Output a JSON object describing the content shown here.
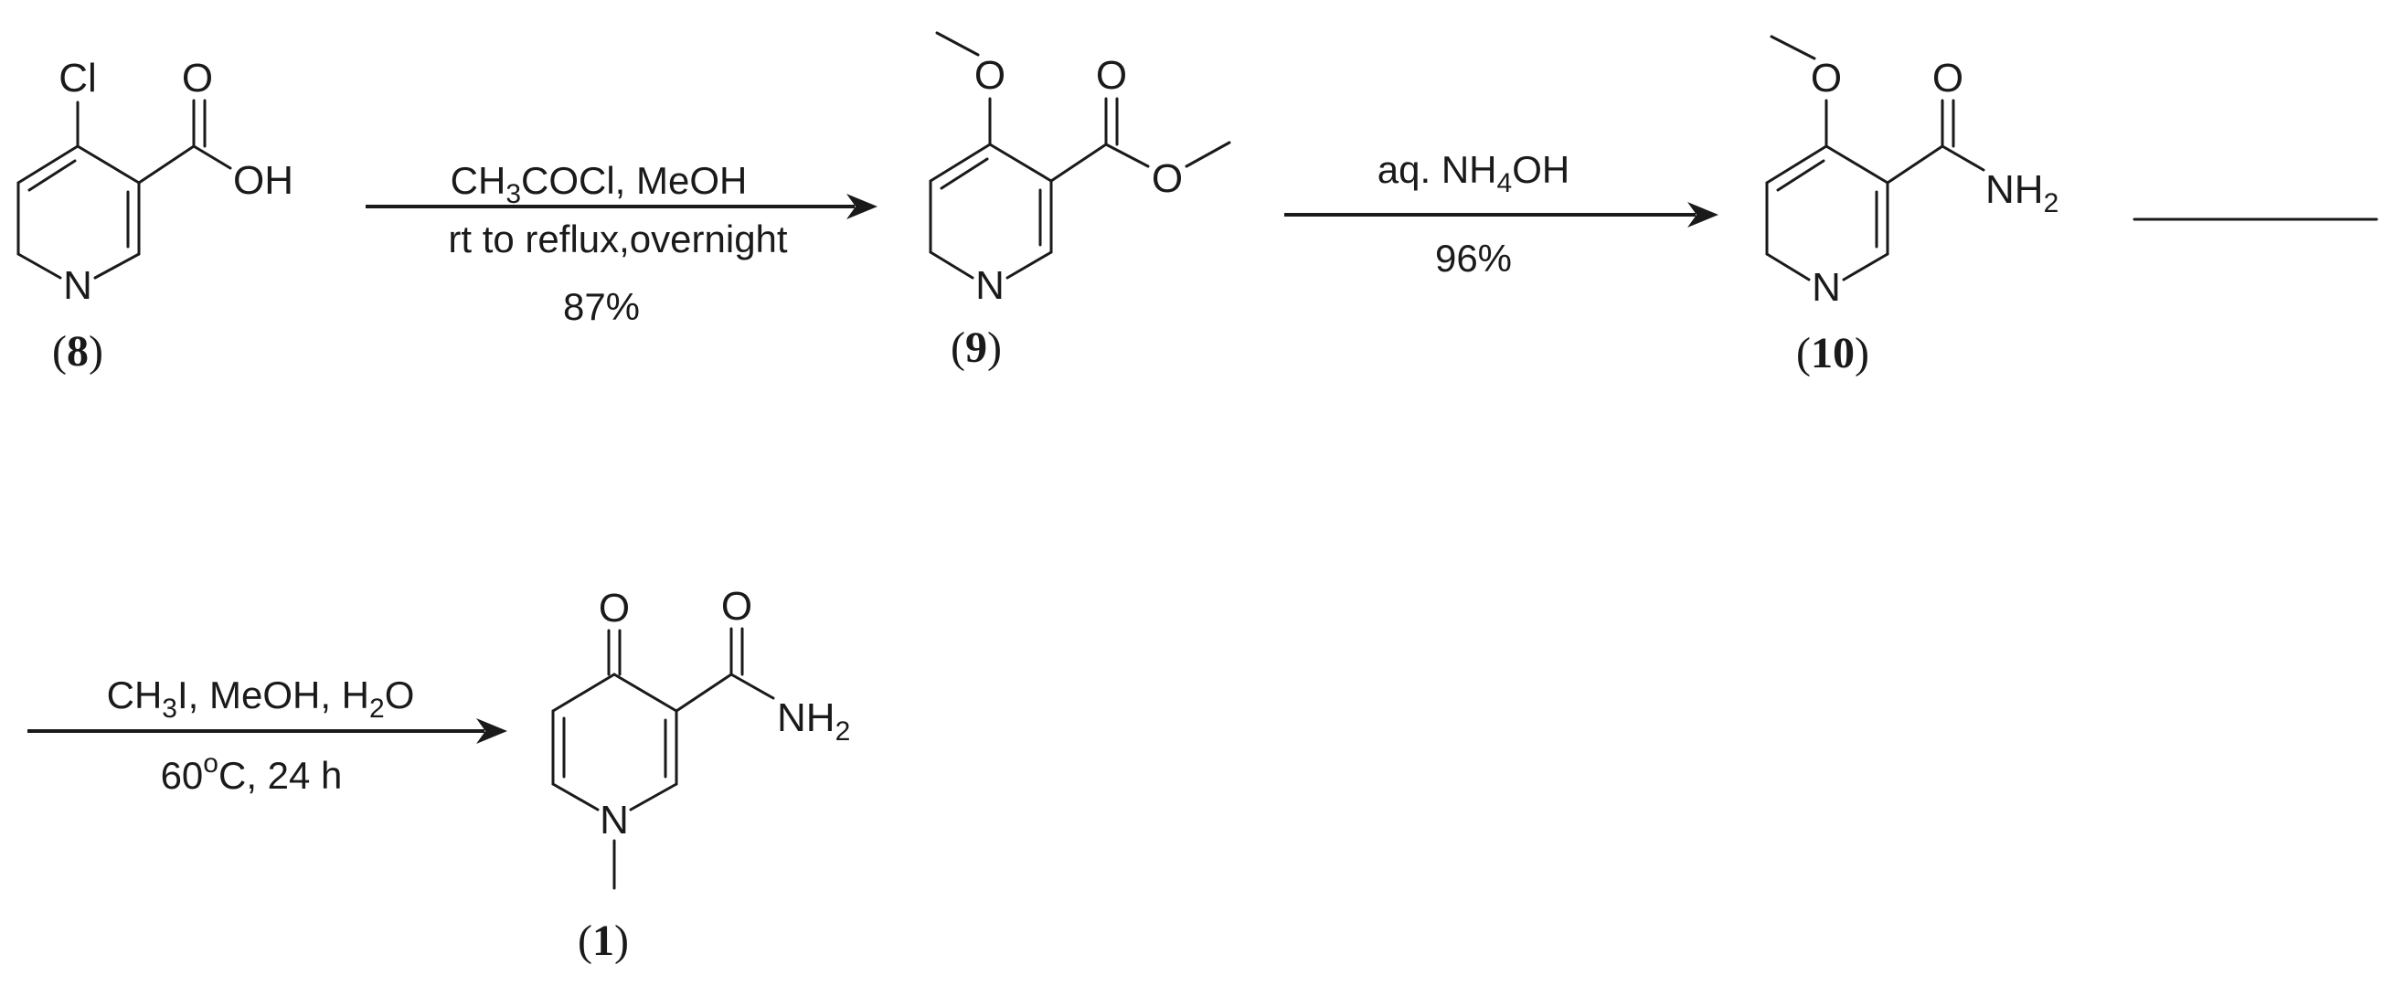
{
  "atoms": {
    "cl": "Cl",
    "oxygen": "O",
    "nitrogen": "N",
    "hydroxyl": "OH",
    "amide_nh": "NH",
    "h_sub_2": "2"
  },
  "compounds": [
    {
      "open": "(",
      "num": "8",
      "close": ")"
    },
    {
      "open": "(",
      "num": "9",
      "close": ")"
    },
    {
      "open": "(",
      "num": "10",
      "close": ")"
    },
    {
      "open": "(",
      "num": "1",
      "close": ")"
    }
  ],
  "reactions": {
    "step1": {
      "line1_a": "CH",
      "line1_sub": "3",
      "line1_b": "COCl, MeOH",
      "line2": "rt to reflux,overnight",
      "line3": "87%"
    },
    "step2": {
      "line1_a": "aq. NH",
      "line1_sub": "4",
      "line1_b": "OH",
      "line2": "96%"
    },
    "step3": {
      "line1_a": "CH",
      "line1_sub1": "3",
      "line1_b": "I, MeOH, H",
      "line1_sub2": "2",
      "line1_c": "O",
      "line2_a": "60",
      "line2_sup": "o",
      "line2_b": "C, 24 h"
    }
  }
}
